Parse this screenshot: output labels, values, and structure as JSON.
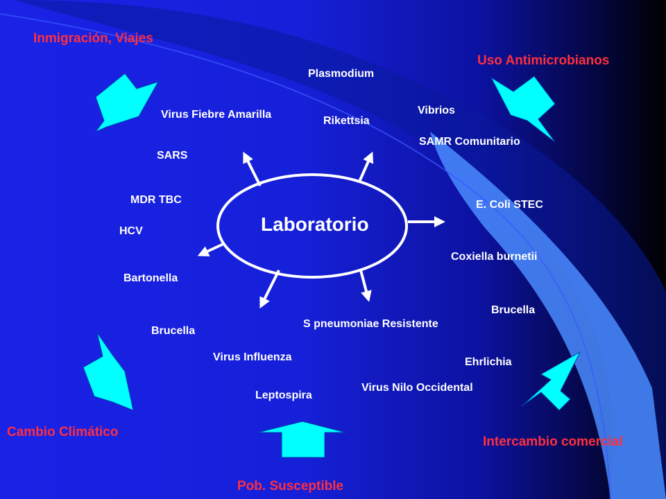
{
  "center": {
    "label": "Laboratorio"
  },
  "factors": {
    "top_left": "Inmigración, Viajes",
    "top_right": "Uso Antimicrobianos",
    "bottom_left": "Cambio Climático",
    "bottom_center": "Pob. Susceptible",
    "bottom_right": "Intercambio comercial"
  },
  "pathogens": {
    "plasmodium": "Plasmodium",
    "vibrios": "Vibrios",
    "virus_fiebre_amarilla": "Virus Fiebre Amarilla",
    "rikettsia": "Rikettsia",
    "samr": "SAMR Comunitario",
    "sars": "SARS",
    "mdr_tbc": "MDR TBC",
    "ecoli": "E. Coli STEC",
    "hcv": "HCV",
    "coxiella": "Coxiella burnetii",
    "bartonella": "Bartonella",
    "brucella_right": "Brucella",
    "s_pneumoniae": "S pneumoniae Resistente",
    "brucella_left": "Brucella",
    "virus_influenza": "Virus Influenza",
    "ehrlichia": "Ehrlichia",
    "virus_nilo": "Virus Nilo Occidental",
    "leptospira": "Leptospira"
  },
  "colors": {
    "background": "#1a22e6",
    "factor_text": "#ff2f3f",
    "arrow_fill": "#00ffff",
    "ribbon": "#4a8cff",
    "text": "#ffffff"
  }
}
